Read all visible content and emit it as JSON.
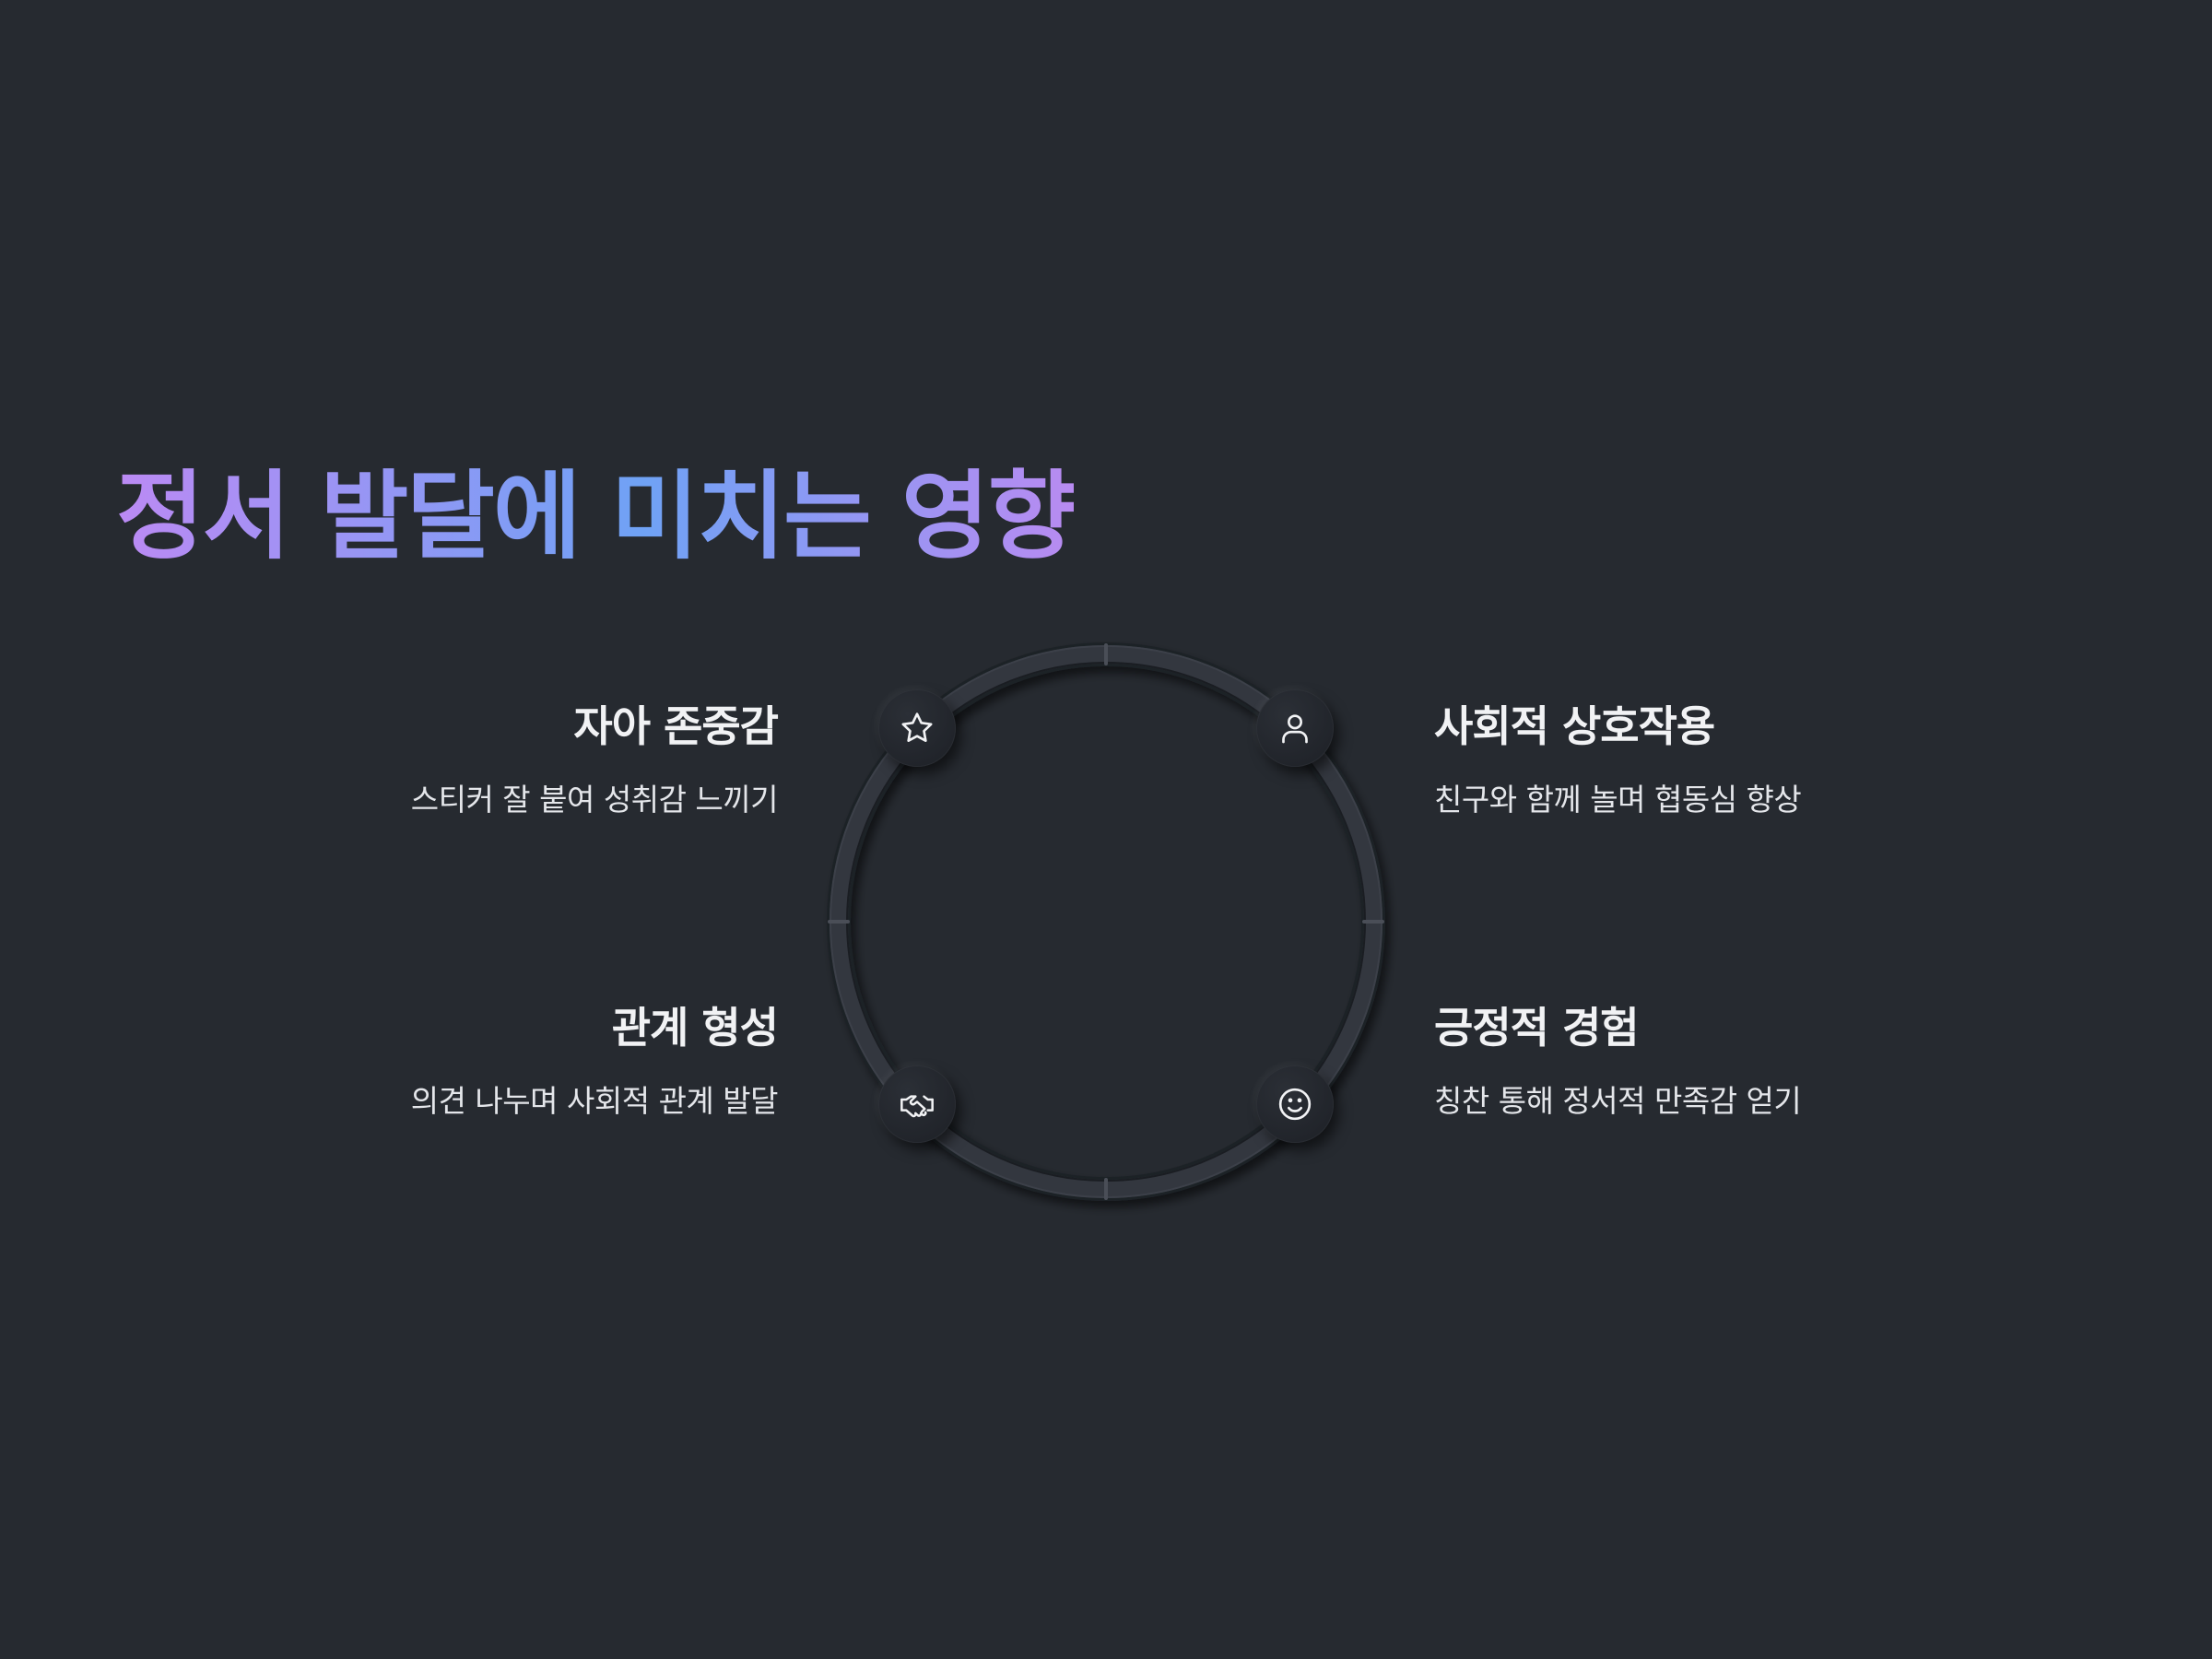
{
  "title": "정서 발달에 미치는 영향",
  "items": [
    {
      "title": "자아 존중감",
      "desc": "스티커 잘 붙여 성취감 느끼기",
      "icon": "star-icon"
    },
    {
      "title": "사회적 상호작용",
      "desc": "친구와 함께 놀며 협동심 향상",
      "icon": "person-icon"
    },
    {
      "title": "관계 형성",
      "desc": "의견 나누며 사회적 관계 발달",
      "icon": "handshake-icon"
    },
    {
      "title": "긍정적 경험",
      "desc": "칭찬 통해 정서적 만족감 얻기",
      "icon": "smile-icon"
    }
  ],
  "colors": {
    "background": "#262a30",
    "title_gradient_start": "#bb8af4",
    "title_gradient_mid": "#6fa2f5",
    "text": "#f1f2f4"
  }
}
